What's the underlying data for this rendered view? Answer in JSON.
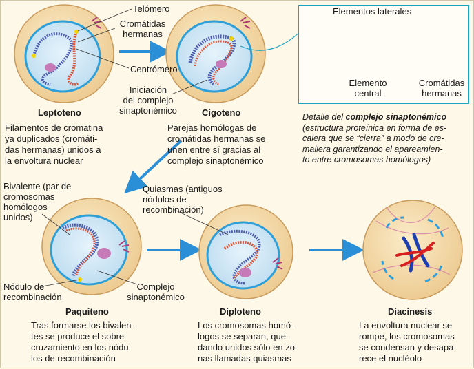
{
  "colors": {
    "cell": "#f6deb0",
    "nucleus": "#cfe6f4",
    "nuclear_envelope": "#2f9fd8",
    "chrom_blue": "#4f5fb0",
    "chrom_red": "#d9573a",
    "arrow": "#2a8fd6",
    "accent": "#1ba3c2",
    "golgi": "#b03a78",
    "nucleolus": "#c77ab8"
  },
  "labels": {
    "telomero": "Telómero",
    "cromatidas_hermanas_1": "Cromátidas",
    "cromatidas_hermanas_2": "hermanas",
    "centromero": "Centrómero",
    "iniciacion_1": "Iniciación",
    "iniciacion_2": "del complejo",
    "iniciacion_3": "sinaptonémico",
    "elementos_laterales": "Elementos laterales",
    "elemento_central_1": "Elemento",
    "elemento_central_2": "central",
    "detail_cromatidas_1": "Cromátidas",
    "detail_cromatidas_2": "hermanas",
    "bivalente": "Bivalente (par de\ncromosomas\nhomólogos\nunidos)",
    "quiasmas": "Quiasmas (antiguos\nnódulos de\nrecombinación)",
    "nodulo": "Nódulo de\nrecombinación",
    "complejo": "Complejo\nsinaptonémico"
  },
  "stages": {
    "leptoteno": {
      "title": "Leptoteno",
      "desc": "Filamentos de cromatina\nya duplicados (cromáti-\ndas hermanas) unidos a\nla envoltura nuclear"
    },
    "cigoteno": {
      "title": "Cigoteno",
      "desc": "Parejas homólogas de\ncromátidas hermanas se\nunen entre sí gracias al\ncomplejo sinaptonémico"
    },
    "paquiteno": {
      "title": "Paquiteno",
      "desc": "Tras formarse los bivalen-\ntes se produce el sobre-\ncruzamiento en los nódu-\nlos de recombinación"
    },
    "diploteno": {
      "title": "Diploteno",
      "desc": "Los cromosomas homó-\nlogos se separan, que-\ndando unidos sólo en zo-\nnas llamadas quiasmas"
    },
    "diacinesis": {
      "title": "Diacinesis",
      "desc": "La envoltura nuclear se\nrompe, los cromosomas\nse condensan y desapa-\nrece el nucléolo"
    }
  },
  "detail": {
    "prefix": "Detalle del ",
    "bold": "complejo sinaptonémico",
    "rest": "\n(estructura proteínica en forma de es-\ncalera que se “cierra” a modo de cre-\nmallera garantizando el apareamien-\nto entre cromosomas homólogos)"
  }
}
